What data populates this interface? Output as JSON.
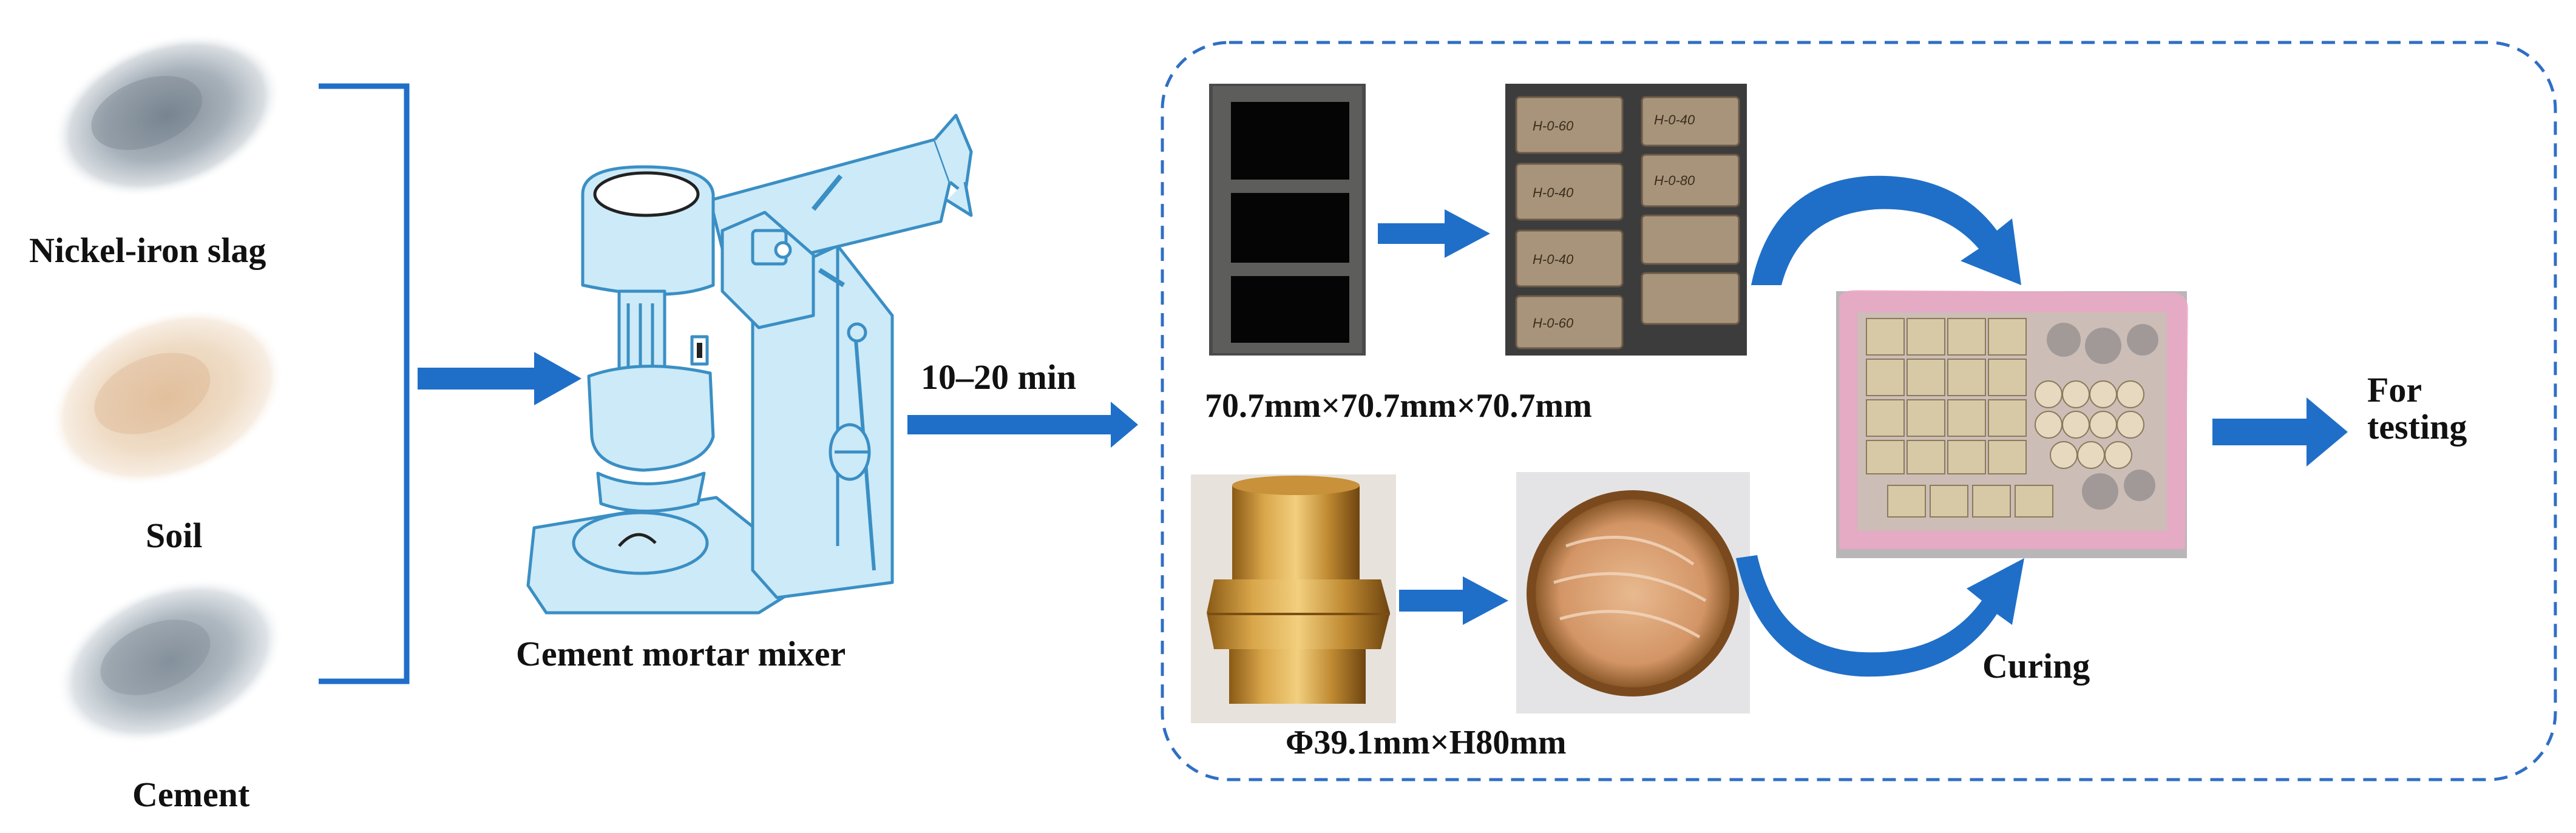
{
  "materials": {
    "nickel_iron_slag": "Nickel-iron slag",
    "soil": "Soil",
    "cement": "Cement"
  },
  "mixer": {
    "label": "Cement mortar mixer",
    "time": "10–20 min"
  },
  "molds": {
    "cube_size": "70.7mm×70.7mm×70.7mm",
    "cylinder_size": "Φ39.1mm×H80mm",
    "specimen_marks": [
      "H-0-60",
      "H-0-40",
      "H-0-40",
      "H-0-40",
      "H-0-80",
      "H-0-60"
    ]
  },
  "curing": {
    "label": "Curing"
  },
  "result": {
    "line1": "For",
    "line2": "testing"
  },
  "colors": {
    "arrow_blue": "#1f6fc8",
    "mixer_fill": "#cdeaf8",
    "mixer_stroke": "#3a8fc4",
    "dashed_border": "#2f6fc4",
    "tray_pink": "#f4a6c8"
  }
}
